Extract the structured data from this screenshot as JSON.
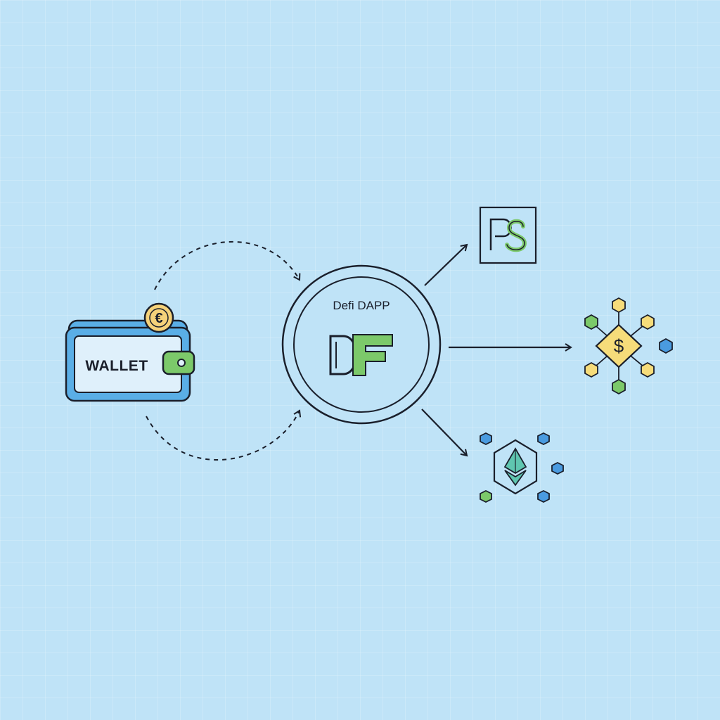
{
  "wallet": {
    "label": "WALLET",
    "coin_symbol": "€"
  },
  "dapp": {
    "title": "Defi DAPP",
    "logo_letters": "DF"
  },
  "targets": {
    "top": {
      "icon": "ps-logo-icon",
      "text": "Ps"
    },
    "middle": {
      "icon": "dollar-token-network-icon",
      "symbol": "$"
    },
    "bottom": {
      "icon": "ethereum-network-icon"
    }
  },
  "colors": {
    "background": "#bfe3f7",
    "outline": "#1a1f2b",
    "wallet_blue": "#5aaee6",
    "wallet_panel": "#dff0fb",
    "clasp_green": "#7cc96a",
    "coin_gold": "#f5d27a",
    "node_yellow": "#f6dc7a",
    "node_green": "#7cc96a",
    "node_blue": "#4a9be0",
    "eth_teal": "#5fc6b0"
  }
}
